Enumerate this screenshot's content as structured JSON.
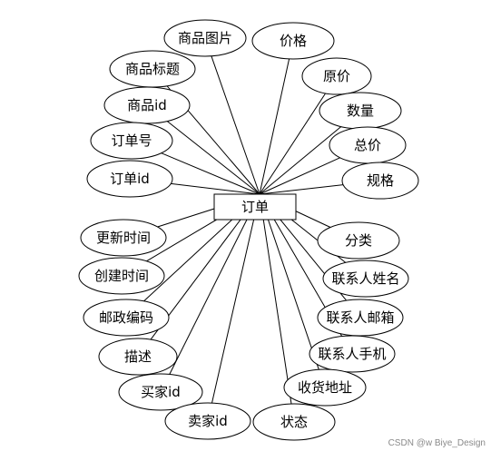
{
  "entity": {
    "label": "订单"
  },
  "attributes": [
    {
      "label": "商品图片"
    },
    {
      "label": "价格"
    },
    {
      "label": "商品标题"
    },
    {
      "label": "原价"
    },
    {
      "label": "商品id"
    },
    {
      "label": "数量"
    },
    {
      "label": "订单号"
    },
    {
      "label": "总价"
    },
    {
      "label": "订单id"
    },
    {
      "label": "规格"
    },
    {
      "label": "更新时间"
    },
    {
      "label": "分类"
    },
    {
      "label": "创建时间"
    },
    {
      "label": "联系人姓名"
    },
    {
      "label": "邮政编码"
    },
    {
      "label": "联系人邮箱"
    },
    {
      "label": "描述"
    },
    {
      "label": "联系人手机"
    },
    {
      "label": "买家id"
    },
    {
      "label": "收货地址"
    },
    {
      "label": "卖家id"
    },
    {
      "label": "状态"
    }
  ],
  "watermark": "CSDN @w Biye_Design"
}
